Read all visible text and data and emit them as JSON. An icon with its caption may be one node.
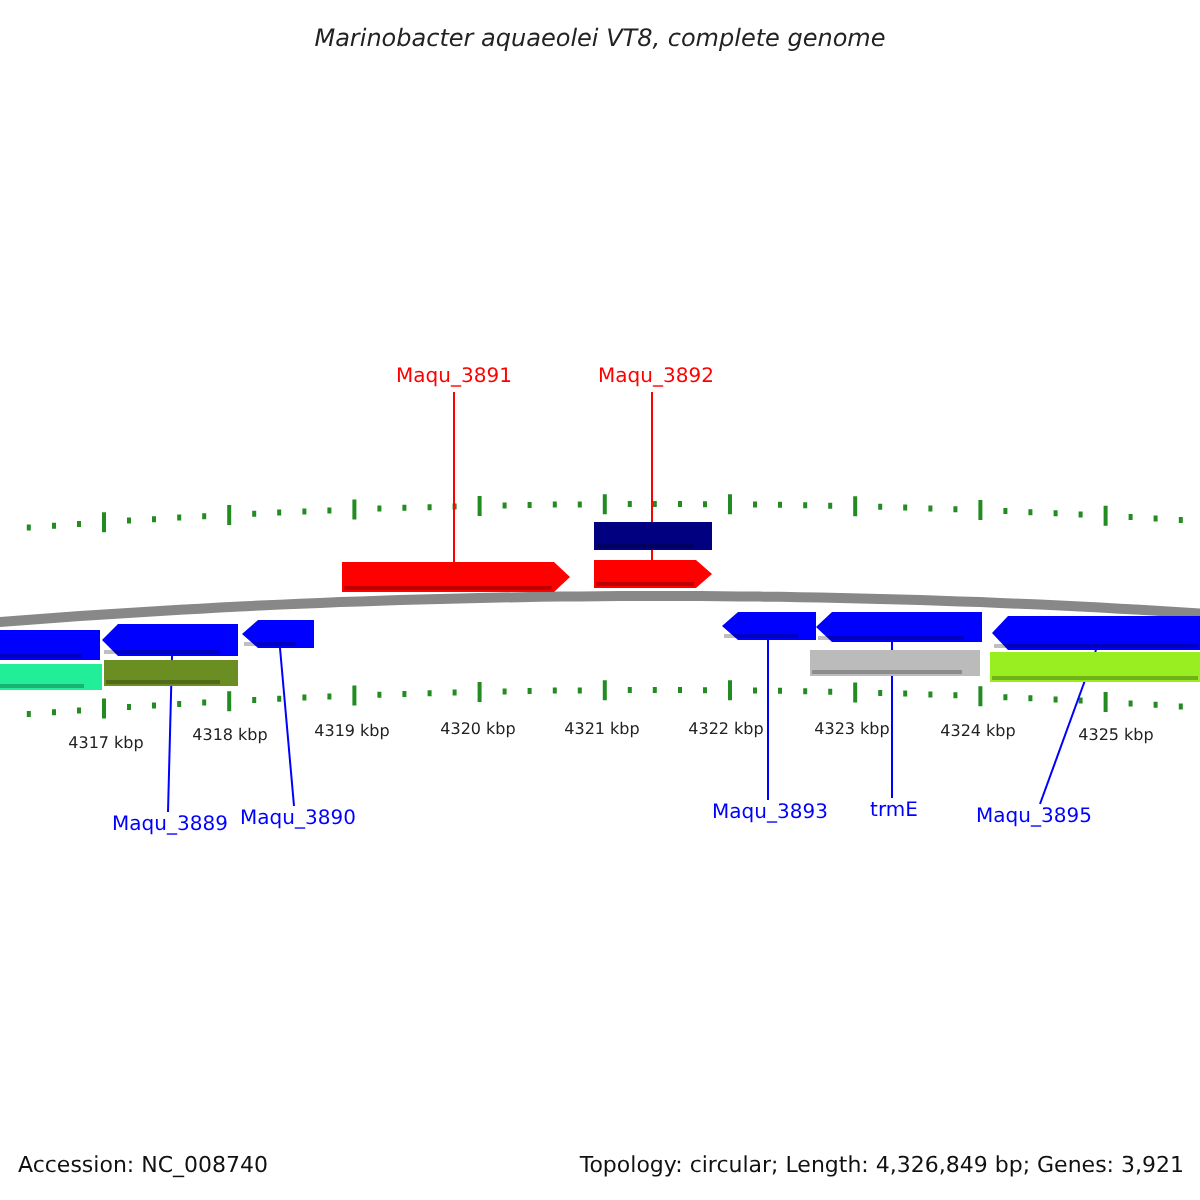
{
  "diagram": {
    "title": "Marinobacter aquaeolei VT8, complete genome",
    "nodes": [
      {
        "text": [
          "Maqu_3891"
        ]
      },
      {
        "text": [
          "Maqu_3892"
        ]
      },
      {
        "text": [
          "Maqu_3889"
        ]
      },
      {
        "text": [
          "Maqu_3890"
        ]
      },
      {
        "text": [
          "Maqu_3893"
        ]
      },
      {
        "text": [
          "trmE"
        ]
      },
      {
        "text": [
          "Maqu_3895"
        ]
      },
      {
        "text": [],
        "shape": "bar"
      },
      {
        "text": [],
        "shape": "arrow"
      },
      {
        "text": [],
        "shape": "arrow"
      },
      {
        "text": [],
        "shape": "arrow"
      },
      {
        "text": [],
        "shape": "arrow"
      },
      {
        "text": [],
        "shape": "arrow"
      },
      {
        "text": [],
        "shape": "arrow"
      },
      {
        "text": [],
        "shape": "arrow"
      },
      {
        "text": [],
        "shape": "arrow"
      },
      {
        "text": [],
        "shape": "bar"
      },
      {
        "text": [],
        "shape": "bar"
      },
      {
        "text": [],
        "shape": "bar"
      },
      {
        "text": [],
        "shape": "bar"
      }
    ],
    "edges": [
      {
        "from": 0,
        "to": 8,
        "arrow": "none",
        "color": "#ff0000"
      },
      {
        "from": 1,
        "to": 9,
        "arrow": "none",
        "color": "#ff0000"
      },
      {
        "from": 2,
        "to": 11,
        "arrow": "none"
      },
      {
        "from": 3,
        "to": 12,
        "arrow": "none"
      },
      {
        "from": 4,
        "to": 13,
        "arrow": "none"
      },
      {
        "from": 5,
        "to": 14,
        "arrow": "none"
      },
      {
        "from": 6,
        "to": 15,
        "arrow": "none"
      }
    ],
    "labels": [
      "4317 kbp",
      "4318 kbp",
      "4319 kbp",
      "4320 kbp",
      "4321 kbp",
      "4322 kbp",
      "4323 kbp",
      "4324 kbp",
      "4325 kbp",
      "Accession: NC_008740",
      "Topology: circular; Length: 4,326,849 bp; Genes: 3,921"
    ]
  }
}
